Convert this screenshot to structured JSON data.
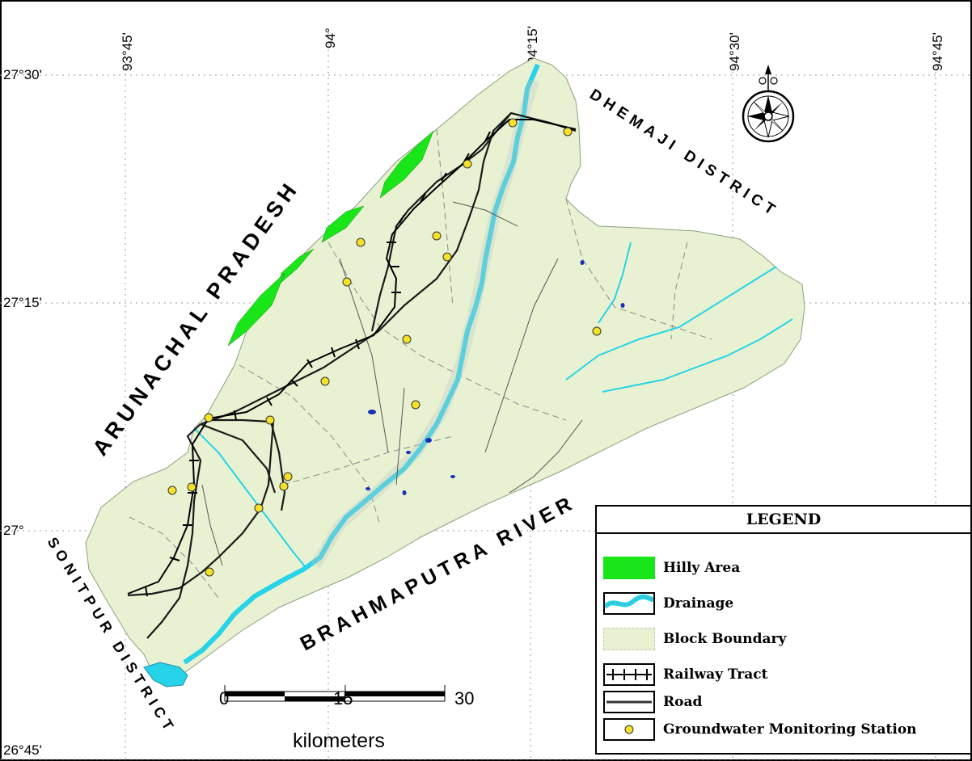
{
  "axes": {
    "longitudes": [
      "93°45'",
      "94°",
      "94°15'",
      "94°30'",
      "94°45'"
    ],
    "latitudes": [
      "27°30'",
      "27°15'",
      "27°",
      "26°45'"
    ]
  },
  "regions": {
    "north": "ARUNACHAL PRADESH",
    "northeast": "DHEMAJI DISTRICT",
    "south": "BRAHMAPUTRA RIVER",
    "southwest": "SONITPUR DISTRICT"
  },
  "legend": {
    "title": "LEGEND",
    "items": [
      {
        "label": "Hilly Area",
        "symbol": "green-fill-icon"
      },
      {
        "label": "Drainage",
        "symbol": "drainage-icon"
      },
      {
        "label": "Block Boundary",
        "symbol": "block-fill-icon"
      },
      {
        "label": "Railway Tract",
        "symbol": "railway-icon"
      },
      {
        "label": "Road",
        "symbol": "road-icon"
      },
      {
        "label": "Groundwater Monitoring Station",
        "symbol": "station-dot-icon"
      }
    ]
  },
  "scale_bar": {
    "ticks": [
      "0",
      "15",
      "30"
    ],
    "unit": "kilometers"
  },
  "colors": {
    "land": "#e8f2d2",
    "hilly": "#19e619",
    "water": "#27d3e8",
    "station": "#f5e12a",
    "lake": "#1a2fb8"
  }
}
